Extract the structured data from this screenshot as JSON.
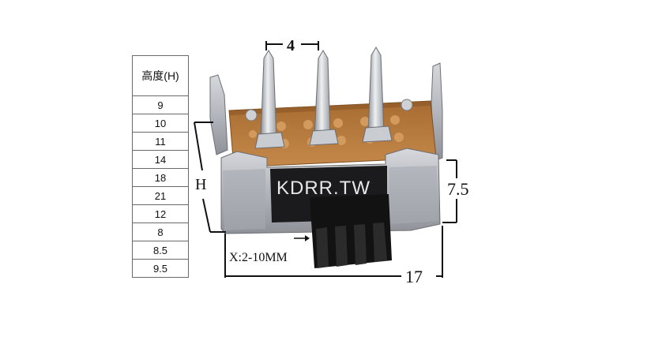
{
  "table": {
    "header": "高度(H)",
    "rows": [
      "9",
      "10",
      "11",
      "14",
      "18",
      "21",
      "12",
      "8",
      "8.5",
      "9.5"
    ]
  },
  "watermark": "KDRR.TW",
  "dimensions": {
    "pin_spacing": "4",
    "height_label": "H",
    "body_height": "7.5",
    "width": "17",
    "travel": "X:2-10MM"
  },
  "colors": {
    "pcb": "#b57a3c",
    "metal": "#b9bcc2",
    "actuator": "#151515"
  }
}
